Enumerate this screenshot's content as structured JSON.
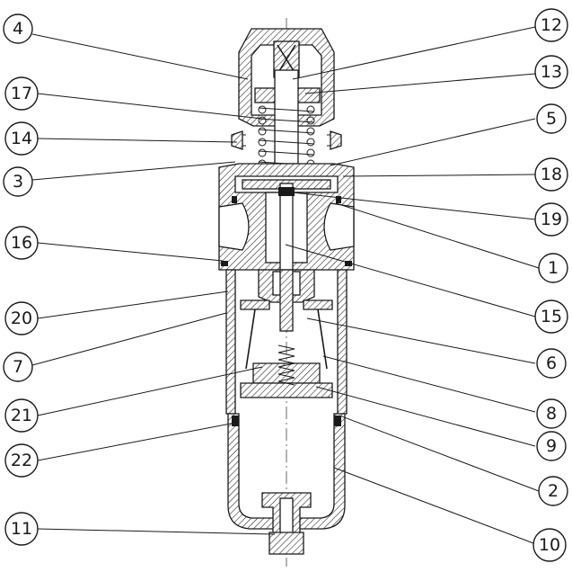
{
  "colors": {
    "ink": "#1a1a1a",
    "background": "#ffffff"
  },
  "callouts": [
    {
      "id": "c4",
      "label": "4"
    },
    {
      "id": "c17",
      "label": "17"
    },
    {
      "id": "c14",
      "label": "14"
    },
    {
      "id": "c3",
      "label": "3"
    },
    {
      "id": "c16",
      "label": "16"
    },
    {
      "id": "c20",
      "label": "20"
    },
    {
      "id": "c7",
      "label": "7"
    },
    {
      "id": "c21",
      "label": "21"
    },
    {
      "id": "c22",
      "label": "22"
    },
    {
      "id": "c11",
      "label": "11"
    },
    {
      "id": "c12",
      "label": "12"
    },
    {
      "id": "c13",
      "label": "13"
    },
    {
      "id": "c5",
      "label": "5"
    },
    {
      "id": "c18",
      "label": "18"
    },
    {
      "id": "c19",
      "label": "19"
    },
    {
      "id": "c1",
      "label": "1"
    },
    {
      "id": "c15",
      "label": "15"
    },
    {
      "id": "c6",
      "label": "6"
    },
    {
      "id": "c8",
      "label": "8"
    },
    {
      "id": "c9",
      "label": "9"
    },
    {
      "id": "c2",
      "label": "2"
    },
    {
      "id": "c10",
      "label": "10"
    }
  ]
}
